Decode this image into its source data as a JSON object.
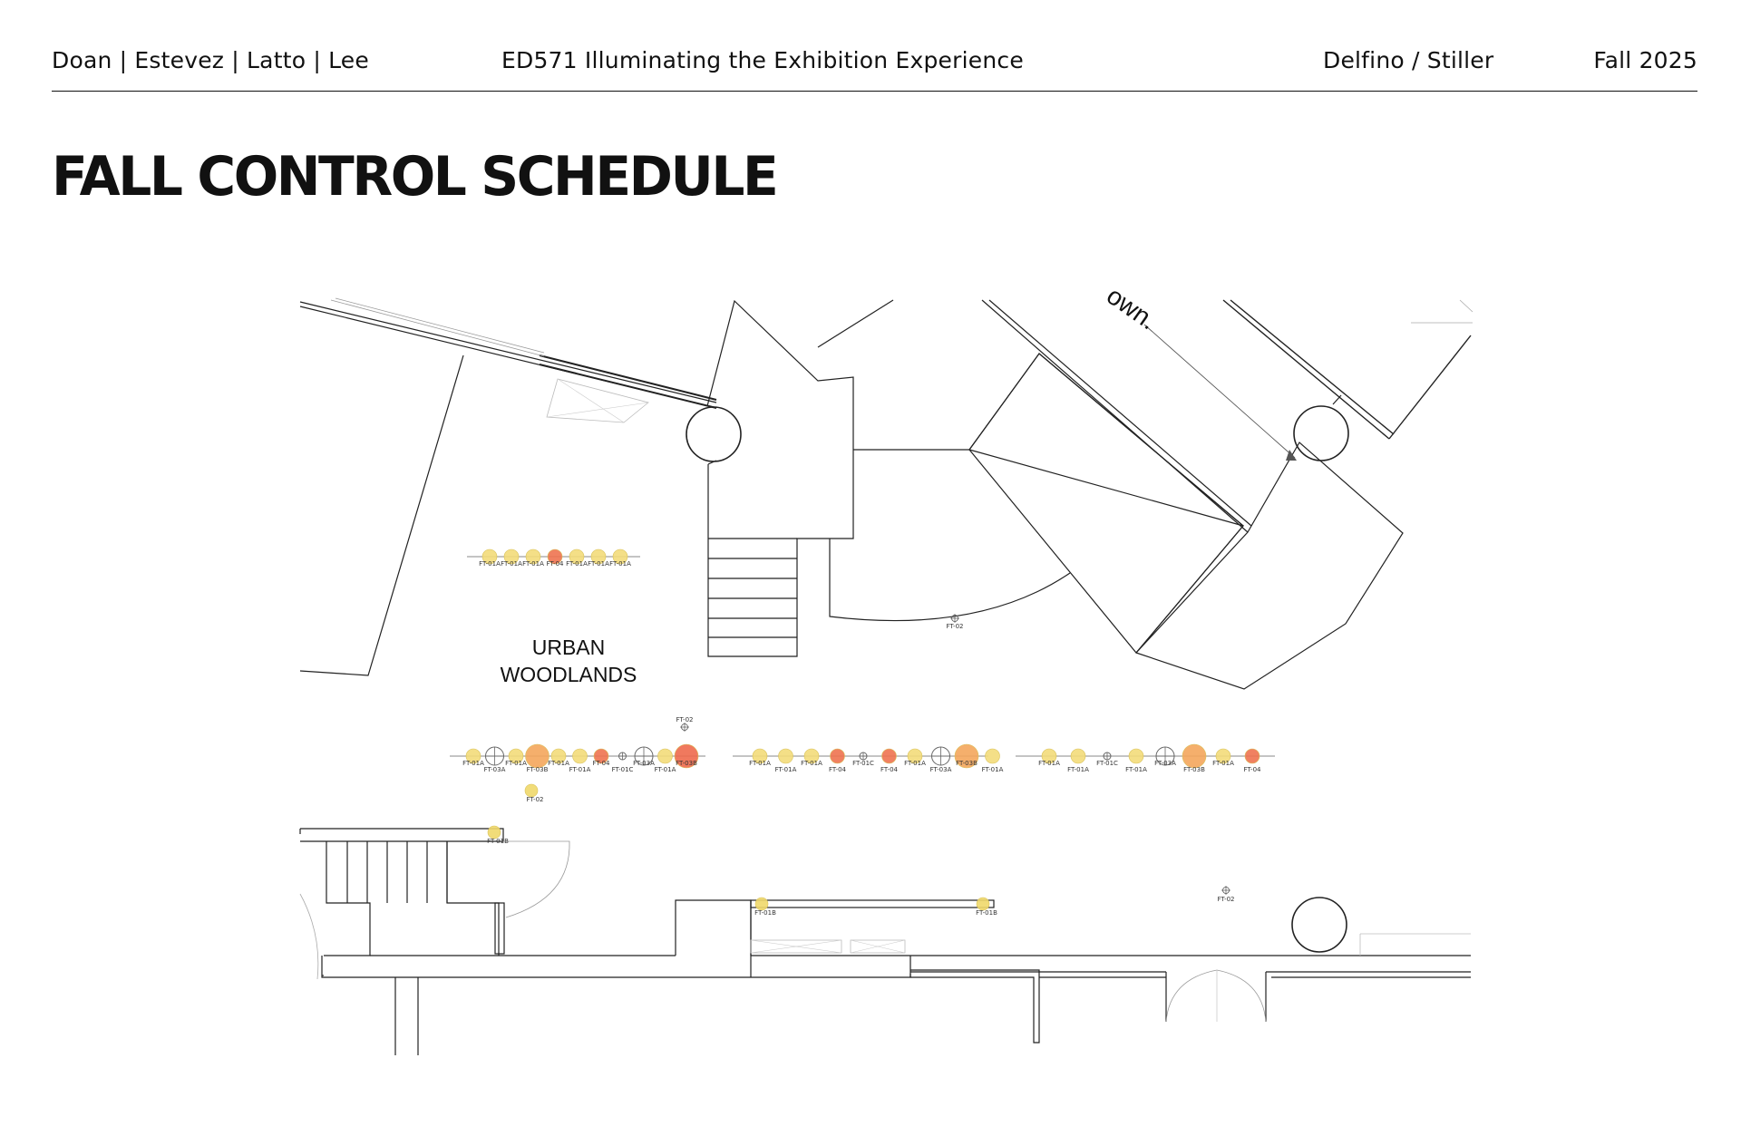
{
  "header": {
    "authors": "Doan | Estevez | Latto | Lee",
    "course": "ED571 Illuminating the Exhibition Experience",
    "instructors": "Delfino / Stiller",
    "term": "Fall 2025"
  },
  "title": "FALL CONTROL SCHEDULE",
  "plan": {
    "area_label_line1": "URBAN",
    "area_label_line2": "WOODLANDS",
    "partial_text": "own.",
    "fixture_colors": {
      "FT-01A": "#f3dc7a",
      "FT-01B": "#f0d86a",
      "FT-01C": "none",
      "FT-02": "#f0d86a",
      "FT-03A": "none",
      "FT-03B": "#f4a65c",
      "FT-03B-hot": "#ee6a4c",
      "FT-04": "#ee7350"
    },
    "fixture_groups": [
      {
        "name": "upper-row",
        "fixtures": [
          "FT-01A",
          "FT-01A",
          "FT-01A",
          "FT-04",
          "FT-01A",
          "FT-01A",
          "FT-01A"
        ]
      },
      {
        "name": "lower-row-left",
        "fixtures": [
          "FT-01A",
          "FT-03A",
          "FT-01A",
          "FT-03B",
          "FT-01A",
          "FT-01A",
          "FT-04",
          "FT-01C",
          "FT-03A",
          "FT-01A",
          "FT-03B"
        ]
      },
      {
        "name": "lower-row-middle",
        "fixtures": [
          "FT-01A",
          "FT-01A",
          "FT-01A",
          "FT-04",
          "FT-01C",
          "FT-04",
          "FT-01A",
          "FT-03A",
          "FT-03B",
          "FT-01A"
        ]
      },
      {
        "name": "lower-row-right",
        "fixtures": [
          "FT-01A",
          "FT-01A",
          "FT-01C",
          "FT-01A",
          "FT-03A",
          "FT-03B",
          "FT-01A",
          "FT-04"
        ]
      }
    ],
    "standalone_labels": [
      "FT-02",
      "FT-02",
      "FT-02",
      "FT-02",
      "FT-01B",
      "FT-01B",
      "FT-01B"
    ]
  }
}
